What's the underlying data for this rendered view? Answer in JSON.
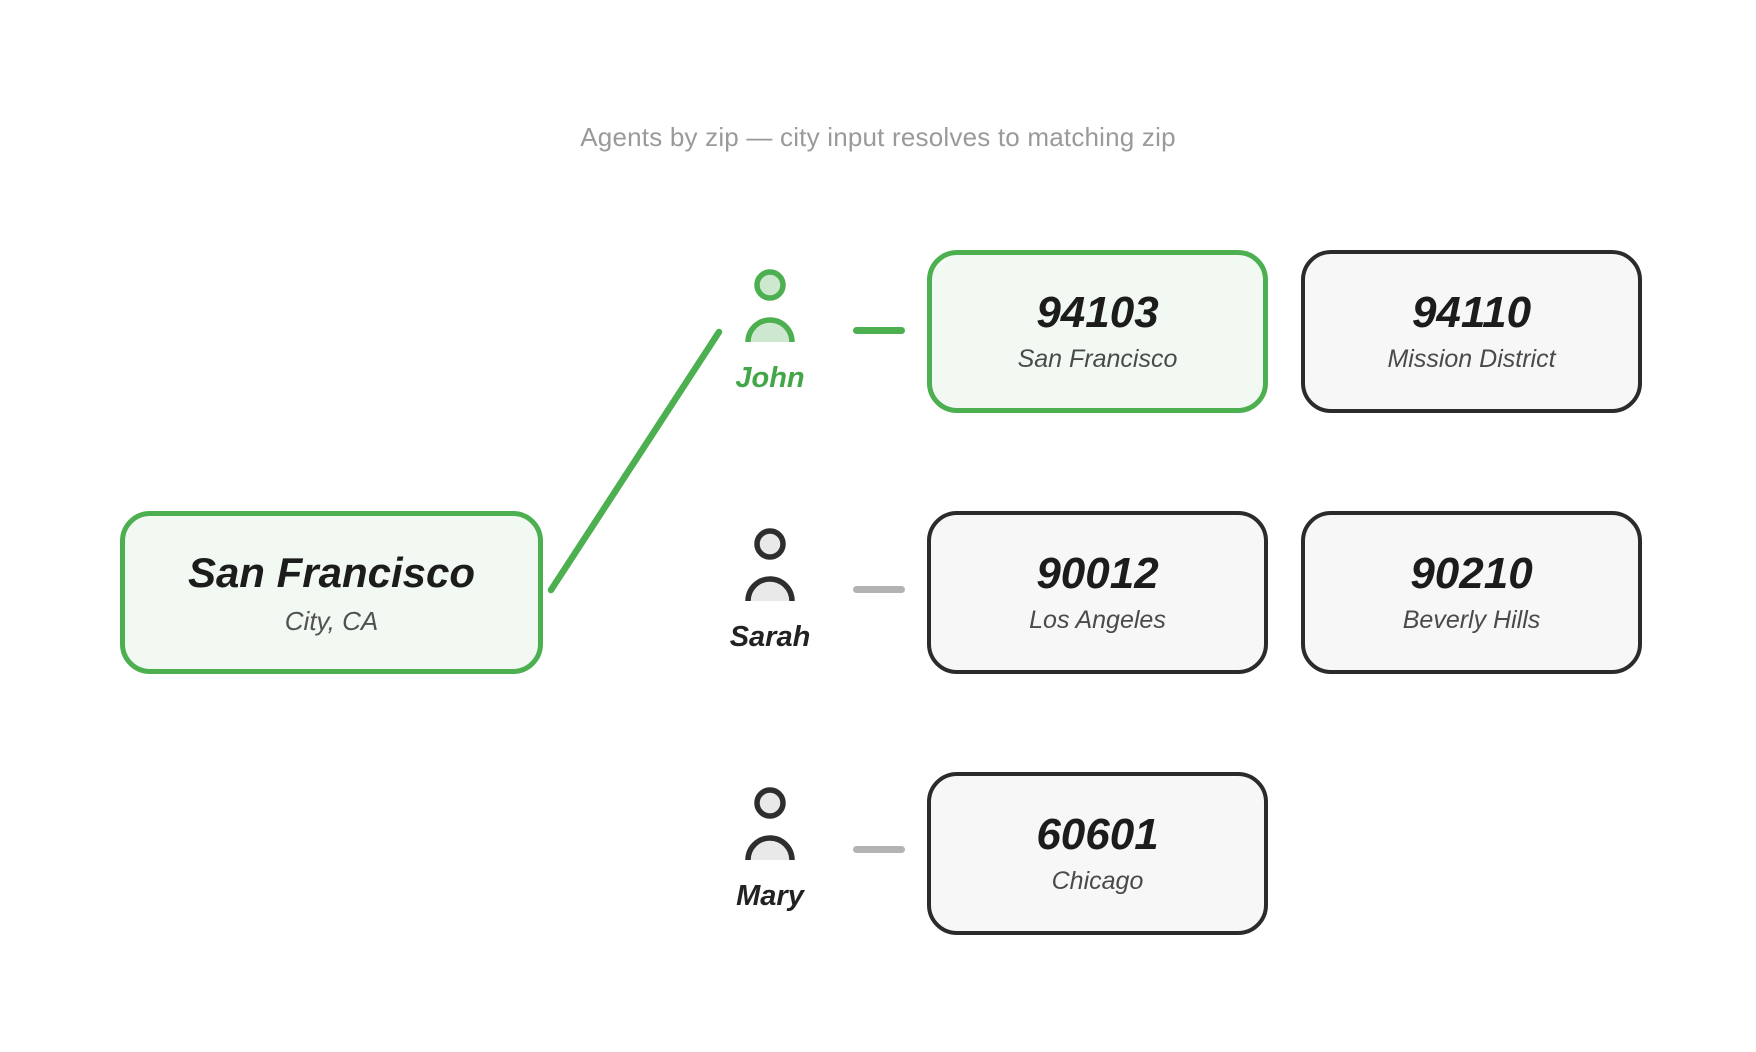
{
  "title": "Agents by zip — city input resolves to matching zip",
  "colors": {
    "accent_green": "#4caf50",
    "green_node_bg": "#f2f9f2",
    "dark_border": "#2b2b2b",
    "gray_card_bg": "#f7f7f7",
    "connector_gray": "#b3b3b3",
    "title_gray": "#9a9a9a"
  },
  "city_node": {
    "name": "San Francisco",
    "subtitle": "City, CA"
  },
  "agents": [
    {
      "name": "John",
      "icon": "person-icon",
      "highlighted": true,
      "zips": [
        {
          "code": "94103",
          "city": "San Francisco",
          "highlighted": true
        },
        {
          "code": "94110",
          "city": "Mission District",
          "highlighted": false
        }
      ]
    },
    {
      "name": "Sarah",
      "icon": "person-icon",
      "highlighted": false,
      "zips": [
        {
          "code": "90012",
          "city": "Los Angeles",
          "highlighted": false
        },
        {
          "code": "90210",
          "city": "Beverly Hills",
          "highlighted": false
        }
      ]
    },
    {
      "name": "Mary",
      "icon": "person-icon",
      "highlighted": false,
      "zips": [
        {
          "code": "60601",
          "city": "Chicago",
          "highlighted": false
        }
      ]
    }
  ]
}
